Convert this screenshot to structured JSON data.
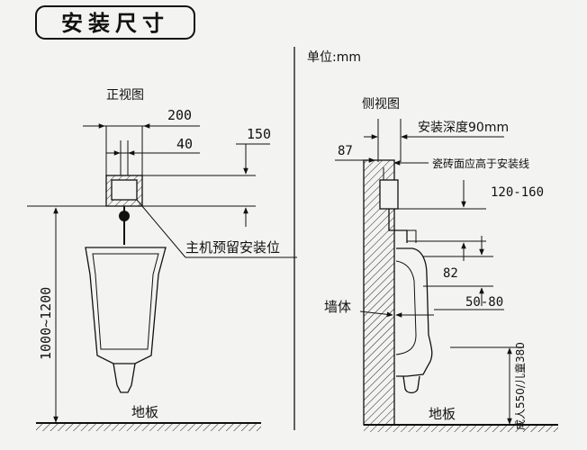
{
  "title": "安装尺寸",
  "unit_label": "单位:mm",
  "front": {
    "view_label": "正视图",
    "dim_200": "200",
    "dim_40": "40",
    "dim_150": "150",
    "host_label": "主机预留安装位",
    "height_range": "1000~1200",
    "floor_label": "地板"
  },
  "side": {
    "view_label": "侧视图",
    "depth_label": "安装深度90mm",
    "dim_87": "87",
    "tile_note": "瓷砖面应高于安装线",
    "dim_120_160": "120-160",
    "dim_82": "82",
    "wall_label": "墙体",
    "dim_50_80": "50-80",
    "floor_label": "地板",
    "height_note": "成人550/儿童380"
  }
}
